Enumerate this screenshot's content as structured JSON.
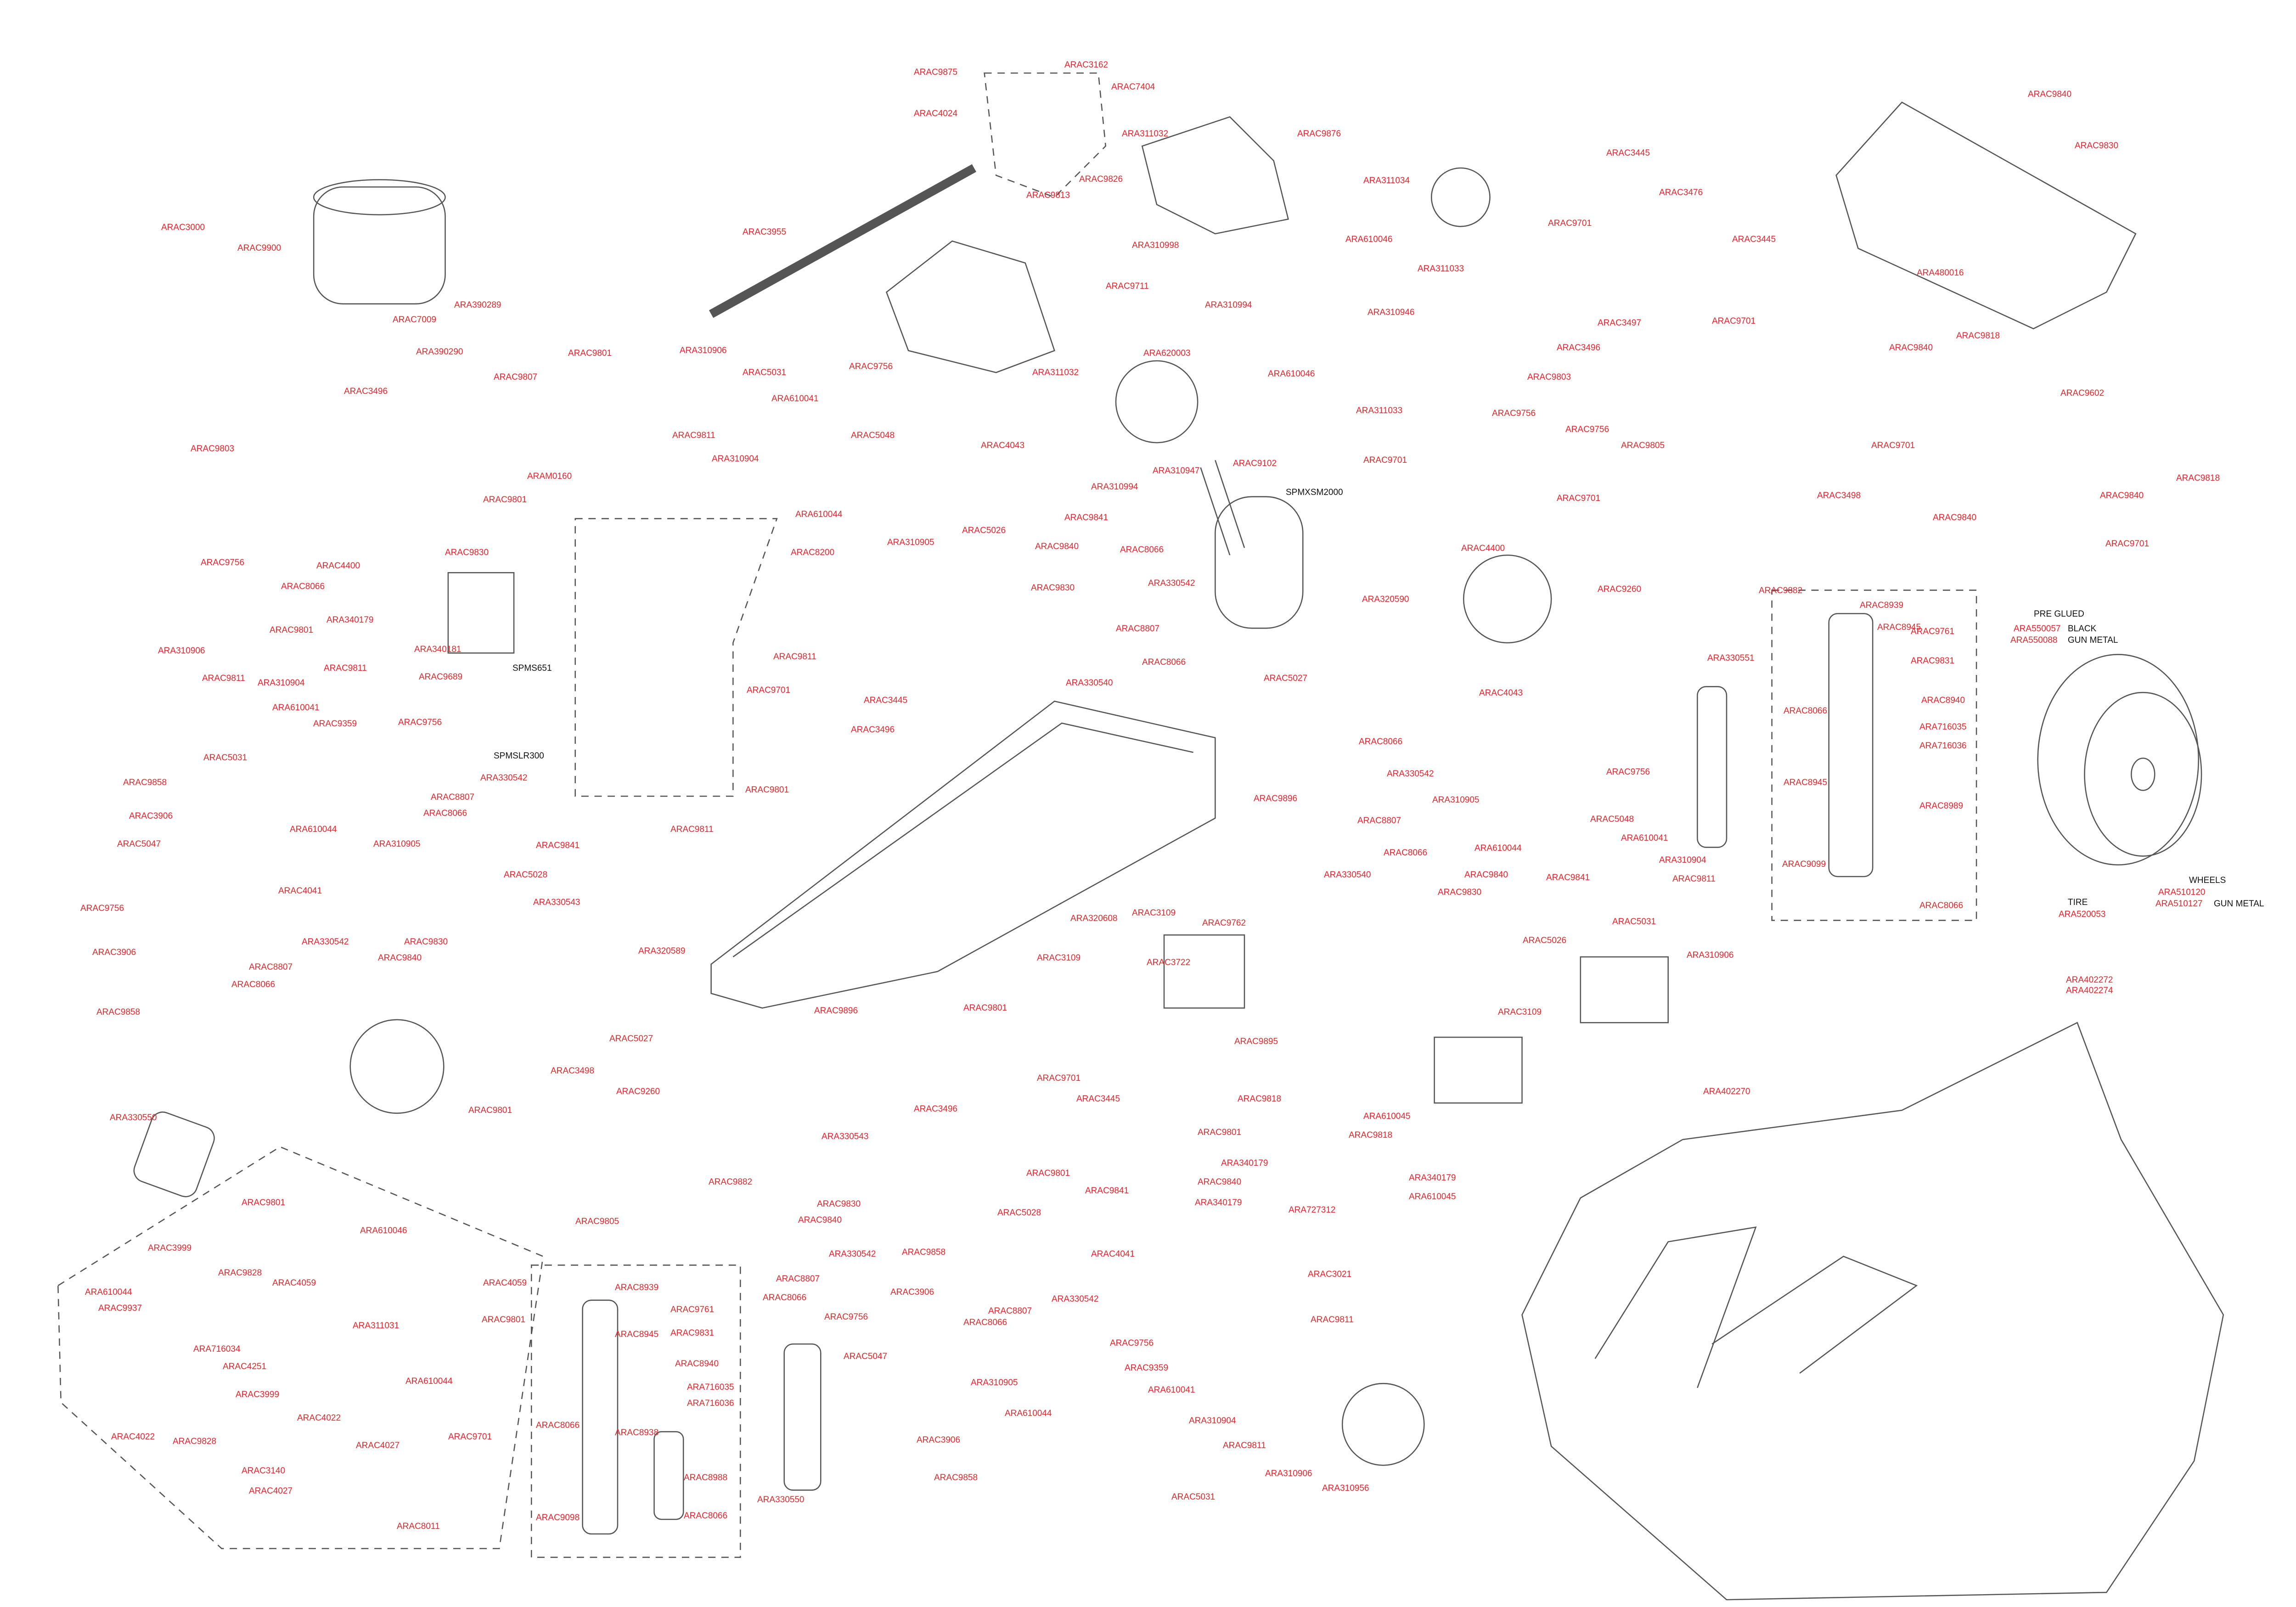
{
  "colors": {
    "part_number": "#e8262d",
    "caption": "#111111",
    "line_art": "#555555"
  },
  "parts": [
    "ARAC9875",
    "ARAC3162",
    "ARAC7404",
    "ARAC4024",
    "ARA311032",
    "ARAC9876",
    "ARAC9840",
    "ARAC9830",
    "ARAC3000",
    "ARAC9900",
    "ARAC7009",
    "ARA390289",
    "ARAC3955",
    "ARAC9813",
    "ARAC9826",
    "ARA310998",
    "ARAC9711",
    "ARA311034",
    "ARAC3445",
    "ARAC3476",
    "ARA480016",
    "ARAC9701",
    "ARA610046",
    "ARA311033",
    "ARAC3445",
    "ARA310994",
    "ARA310946",
    "ARAC3497",
    "ARAC9701",
    "ARAC9818",
    "ARAC9840",
    "ARA311032",
    "ARAC3496",
    "ARA390290",
    "ARAC3496",
    "ARAC9807",
    "ARAC9801",
    "ARA310906",
    "ARAC5031",
    "ARAC9756",
    "ARA620003",
    "ARA610046",
    "ARA311033",
    "ARAC9803",
    "ARAC9602",
    "ARA610041",
    "ARAC9811",
    "ARAC5048",
    "ARAC9756",
    "ARAC9756",
    "ARAC9805",
    "ARAC9701",
    "ARAC9803",
    "ARA310904",
    "ARAM0160",
    "ARAC4043",
    "ARAC9102",
    "ARAC9701",
    "ARA310947",
    "ARA310994",
    "ARAC9818",
    "ARAC9840",
    "ARAC9801",
    "ARA610044",
    "ARAC9701",
    "ARAC3498",
    "ARAC9840",
    "ARAC9701",
    "ARAC9756",
    "ARAC4400",
    "ARAC9830",
    "ARAC5026",
    "ARAC9841",
    "ARAC9840",
    "ARAC8066",
    "ARAC8200",
    "ARA310905",
    "ARAC4400",
    "ARAC8066",
    "ARA340179",
    "ARAC9830",
    "ARA330542",
    "ARAC9260",
    "ARAC9882",
    "ARA320590",
    "ARAC8939",
    "ARA550057",
    "ARA550088",
    "ARAC9801",
    "ARA340181",
    "ARAC8807",
    "ARAC8945",
    "ARAC9761",
    "ARA310906",
    "ARAC9811",
    "ARAC9689",
    "ARAC9811",
    "ARAC8066",
    "ARAC5027",
    "ARA330551",
    "ARAC9831",
    "ARAC9811",
    "ARA310904",
    "ARA330540",
    "ARAC9701",
    "ARAC3445",
    "ARAC4043",
    "ARAC8940",
    "ARAC8066",
    "ARA610041",
    "ARAC9359",
    "ARAC9756",
    "ARAC3496",
    "ARA716035",
    "ARA716036",
    "ARAC5031",
    "ARAC8066",
    "ARAC9756",
    "ARAC8807",
    "ARA330542",
    "ARAC8066",
    "ARA330542",
    "ARAC8945",
    "ARAC9858",
    "ARAC9801",
    "ARA310905",
    "ARAC9896",
    "ARAC3906",
    "ARAC8807",
    "ARAC5048",
    "ARAC8989",
    "ARA610044",
    "ARA310905",
    "ARAC9811",
    "ARAC5047",
    "ARAC9841",
    "ARA610044",
    "ARA610041",
    "ARAC8066",
    "ARAC9099",
    "ARA310904",
    "ARAC5028",
    "ARAC9840",
    "ARAC9811",
    "ARAC4041",
    "ARA330540",
    "ARAC9841",
    "ARAC9756",
    "ARA330543",
    "ARAC3109",
    "ARA320608",
    "ARAC9830",
    "ARAC5031",
    "ARAC9762",
    "ARA520053",
    "ARA510120",
    "ARA510127",
    "ARAC8066",
    "ARA330542",
    "ARAC9830",
    "ARAC3906",
    "ARAC9840",
    "ARAC5026",
    "ARAC3109",
    "ARA320589",
    "ARA310906",
    "ARAC8807",
    "ARAC3722",
    "ARAC8066",
    "ARA402272",
    "ARA402274",
    "ARAC9801",
    "ARAC3109",
    "ARAC9896",
    "ARAC9858",
    "ARAC5027",
    "ARAC9895",
    "ARAC3498",
    "ARAC9701",
    "ARA402270",
    "ARAC9260",
    "ARAC3445",
    "ARAC3496",
    "ARA330550",
    "ARAC9801",
    "ARAC9818",
    "ARA610045",
    "ARAC9801",
    "ARAC9818",
    "ARA330543",
    "ARA340179",
    "ARAC9801",
    "ARAC9840",
    "ARA340179",
    "ARAC9882",
    "ARAC9841",
    "ARA610045",
    "ARAC9801",
    "ARAC9830",
    "ARA340179",
    "ARA727312",
    "ARAC5028",
    "ARAC9805",
    "ARA610046",
    "ARAC9840",
    "ARAC3999",
    "ARAC9828",
    "ARAC4059",
    "ARA330542",
    "ARAC9858",
    "ARAC4041",
    "ARAC4059",
    "ARAC8807",
    "ARAC3021",
    "ARA610044",
    "ARAC9937",
    "ARA311031",
    "ARAC3906",
    "ARAC8066",
    "ARA330542",
    "ARAC8807",
    "ARAC8939",
    "ARAC9761",
    "ARAC9801",
    "ARAC9811",
    "ARAC8945",
    "ARAC9831",
    "ARAC9756",
    "ARAC8066",
    "ARA716034",
    "ARAC4251",
    "ARAC8940",
    "ARAC5047",
    "ARAC9756",
    "ARAC9359",
    "ARA310905",
    "ARA716035",
    "ARA716036",
    "ARA610044",
    "ARAC4022",
    "ARAC3999",
    "ARAC8066",
    "ARAC8938",
    "ARA610041",
    "ARA610044",
    "ARAC4022",
    "ARAC9828",
    "ARAC4027",
    "ARAC9701",
    "ARA310904",
    "ARAC3906",
    "ARAC9811",
    "ARAC3140",
    "ARAC8988",
    "ARA310906",
    "ARAC4027",
    "ARAC9858",
    "ARA330550",
    "ARAC5031",
    "ARA310956",
    "ARAC9098",
    "ARAC8066",
    "ARAC8011"
  ],
  "captions": [
    "SPMXSM2000",
    "PRE GLUED",
    "BLACK",
    "GUN METAL",
    "SPMS651",
    "SPMSLR300",
    "TIRE",
    "WHEELS",
    "GUN METAL"
  ]
}
